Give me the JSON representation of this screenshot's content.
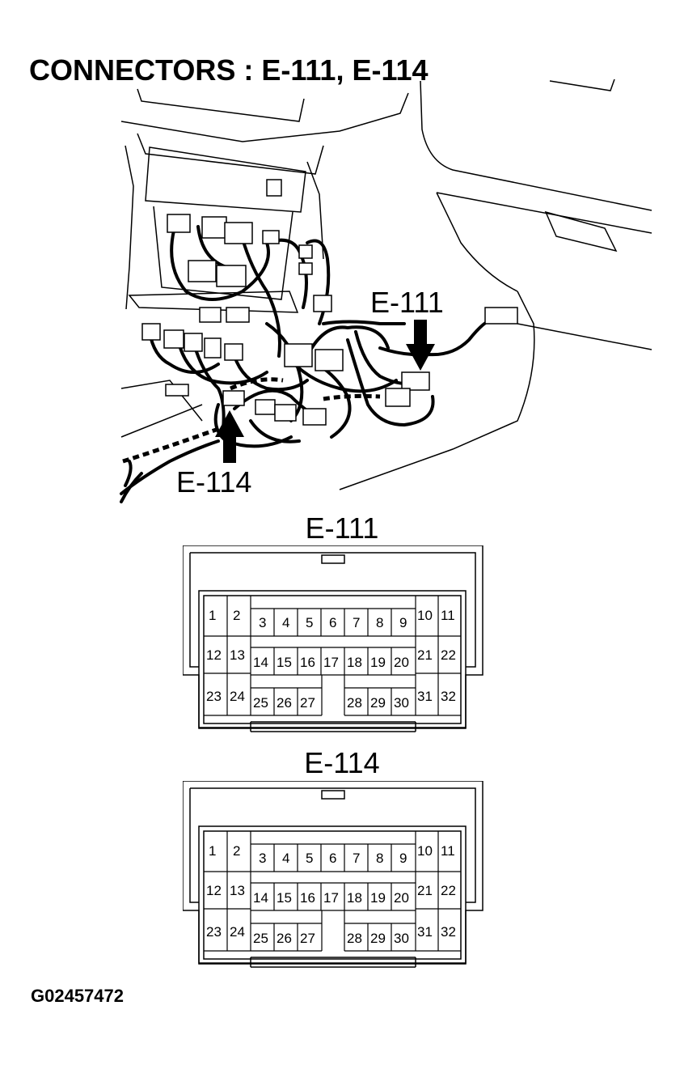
{
  "title": "CONNECTORS : E-111, E-114",
  "callouts": {
    "upper": "E-111",
    "lower": "E-114"
  },
  "connectors": [
    {
      "label": "E-111",
      "pins": [
        "1",
        "2",
        "3",
        "4",
        "5",
        "6",
        "7",
        "8",
        "9",
        "10",
        "11",
        "12",
        "13",
        "14",
        "15",
        "16",
        "17",
        "18",
        "19",
        "20",
        "21",
        "22",
        "23",
        "24",
        "25",
        "26",
        "27",
        "28",
        "29",
        "30",
        "31",
        "32"
      ]
    },
    {
      "label": "E-114",
      "pins": [
        "1",
        "2",
        "3",
        "4",
        "5",
        "6",
        "7",
        "8",
        "9",
        "10",
        "11",
        "12",
        "13",
        "14",
        "15",
        "16",
        "17",
        "18",
        "19",
        "20",
        "21",
        "22",
        "23",
        "24",
        "25",
        "26",
        "27",
        "28",
        "29",
        "30",
        "31",
        "32"
      ]
    }
  ],
  "figure_code": "G02457472"
}
